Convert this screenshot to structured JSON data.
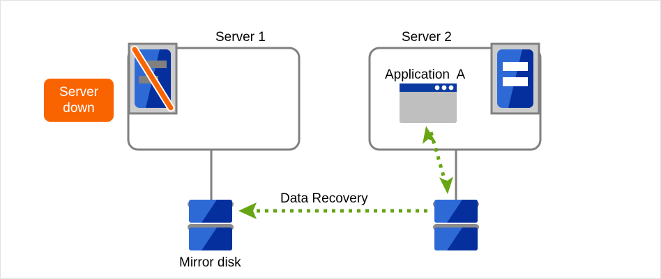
{
  "diagram": {
    "title_server1": "Server 1",
    "title_server2": "Server 2",
    "badge_server_down_line1": "Server",
    "badge_server_down_line2": "down",
    "label_application_a": "Application  A",
    "label_data_recovery": "Data Recovery",
    "label_mirror_disk": "Mirror disk",
    "colors": {
      "badge_orange": "#fa6400",
      "badge_text": "#ffffff",
      "box_border_gray": "#808080",
      "connector_gray": "#808080",
      "arrow_green": "#67a513",
      "disk_blue_light": "#2d6ad6",
      "disk_blue_dark": "#062f9e",
      "disk_cap_gray": "#8c8c8c",
      "server_icon_frame": "#cccccc",
      "server_icon_blue_light": "#2d6ad6",
      "server_icon_blue_dark": "#062f9e",
      "server_icon_bar_active": "#ffffff",
      "server_icon_bar_disabled": "#808080",
      "slash_orange": "#fa6400",
      "window_titlebar": "#0b3ba0",
      "window_body": "#bfbfbf",
      "window_dot": "#ffffff",
      "page_border": "#e2e2e2",
      "text": "#000000"
    },
    "icons": {
      "server1": "server-icon-down",
      "server2": "server-icon-active",
      "app_window": "application-window-icon",
      "disk_left": "mirror-disk-icon",
      "disk_right": "primary-disk-icon",
      "recovery_arrow": "arrow-left-dotted-icon",
      "failover_arrow": "arrow-double-dotted-icon"
    }
  }
}
